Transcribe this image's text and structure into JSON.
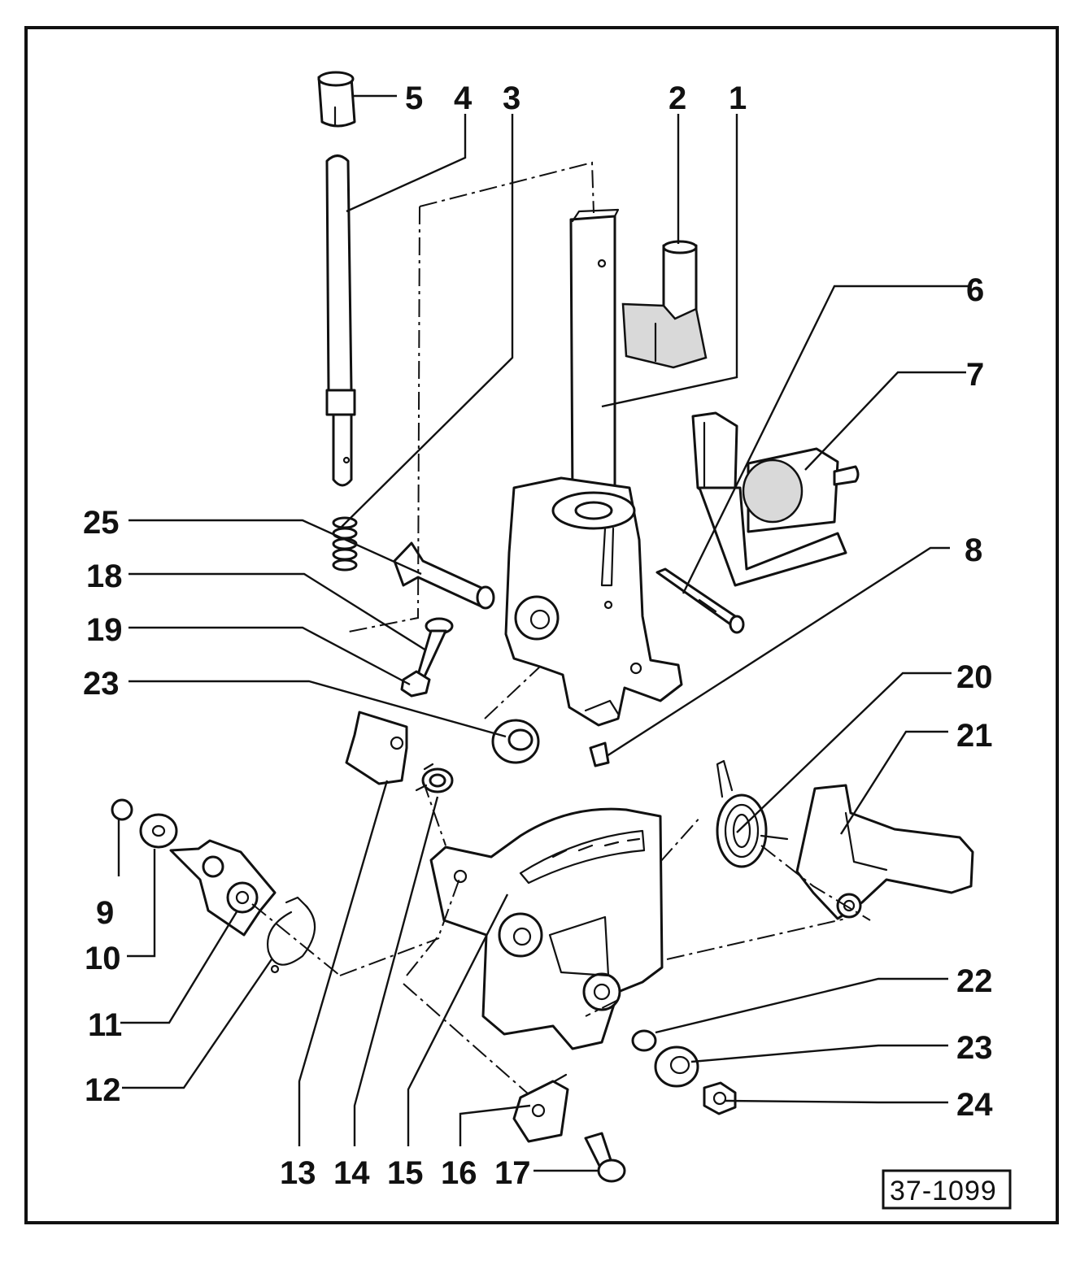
{
  "diagram": {
    "reference_code": "37-1099",
    "callouts": [
      "1",
      "2",
      "3",
      "4",
      "5",
      "6",
      "7",
      "8",
      "9",
      "10",
      "11",
      "12",
      "13",
      "14",
      "15",
      "16",
      "17",
      "18",
      "19",
      "20",
      "21",
      "22",
      "23",
      "23",
      "24",
      "25"
    ]
  }
}
